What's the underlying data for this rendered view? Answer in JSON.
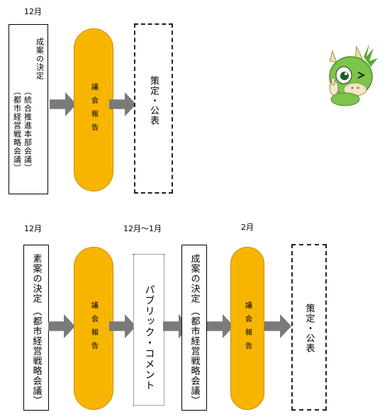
{
  "flow1": {
    "period": "12月",
    "box_a_main": "成案の決定",
    "box_a_sub": "（統合推進本部会議）",
    "box_a_sub2": "（都市経営戦略会議）",
    "pill": "議会報告",
    "final": "策定・公表"
  },
  "flow2": {
    "period1": "12月",
    "period2": "12月～1月",
    "period3": "2月",
    "box_a_main": "素案の決定",
    "box_a_sub": "（都市経営戦略会議）",
    "pill1": "議会報告",
    "comment": "パブリック・コメント",
    "box_b_main": "成案の決定",
    "box_b_sub": "（都市経営戦略会議）",
    "pill2": "議会報告",
    "final": "策定・公表"
  },
  "colors": {
    "pill_fill": "#f7b500",
    "arrow": "#7a7a7a",
    "mascot_body": "#7dc44a"
  },
  "mascot": {
    "icon": "green-dragon-mascot-winking"
  }
}
